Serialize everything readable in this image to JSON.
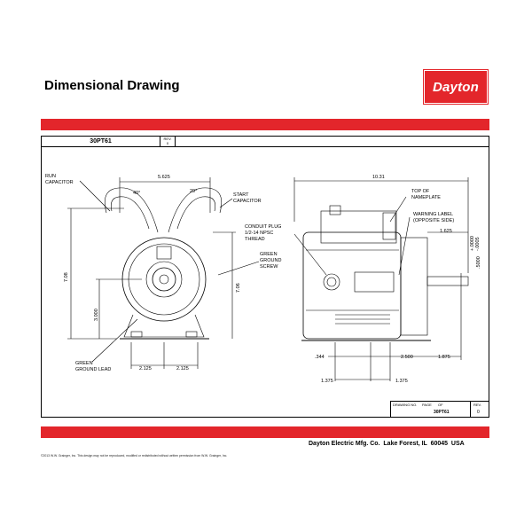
{
  "header": {
    "title": "Dimensional Drawing",
    "logo_text": "Dayton",
    "accent_color": "#e3262b"
  },
  "sheet": {
    "model": "30PT61",
    "rev_label": "REV.",
    "rev_value": "0"
  },
  "title_block": {
    "drawing_no_label": "DRAWING NO.",
    "page_label": "PAGE",
    "of_label": "OF",
    "rev_label": "REV.",
    "model": "30PT61",
    "rev_value": "0"
  },
  "callouts": {
    "run_capacitor": [
      "RUN",
      "CAPACITOR"
    ],
    "start_capacitor": [
      "START",
      "CAPACITOR"
    ],
    "conduit_plug": [
      "CONDUIT PLUG",
      "1/2-14 NPSC",
      "THREAD"
    ],
    "green_ground_screw": [
      "GREEN",
      "GROUND",
      "SCREW"
    ],
    "green_ground_lead": [
      "GREEN",
      "GROUND LEAD"
    ],
    "top_of_nameplate": [
      "TOP OF",
      "NAMEPLATE"
    ],
    "warning_label": [
      "WARNING LABEL",
      "(OPPOSITE SIDE)"
    ]
  },
  "dimensions": {
    "width_top": "5.625",
    "angle_left": "40°",
    "angle_right": "29°",
    "height_left": "7.08",
    "height_right": "7.06",
    "shaft_height": "3.000",
    "base_left": "2.125",
    "base_right": "2.125",
    "overall_length": "10.31",
    "shaft_ext": "1.625",
    "shaft_dia": ".5000",
    "shaft_tol_plus": "+.0000",
    "shaft_tol_minus": "-.0005",
    "slot": ".344",
    "hole_spacing": "2.500",
    "shaft_to_hole": "1.875",
    "slot_left": "1.375",
    "slot_right": "1.375"
  },
  "footer": {
    "company": "Dayton Electric Mfg. Co.  Lake Forest, IL  60045  USA",
    "copyright": "©2013 W.W. Grainger, Inc.   This design may not be reproduced, modified or redistributed without written permission from W.W. Grainger, Inc."
  }
}
